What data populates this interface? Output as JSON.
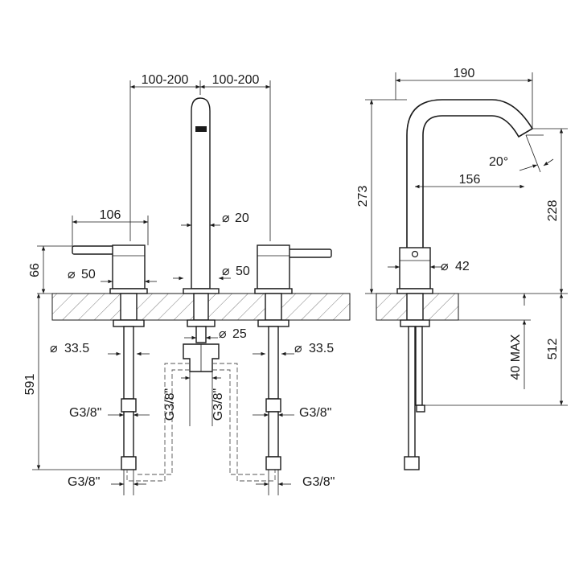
{
  "dimensions": {
    "front_spacing_left": "100-200",
    "front_spacing_right": "100-200",
    "handle_reach": "106",
    "spout_diameter": "20",
    "handle_height": "66",
    "body_left_diameter": "50",
    "body_center_diameter": "50",
    "spout_tail_diameter": "25",
    "tail_left_diameter": "33.5",
    "tail_right_diameter": "33.5",
    "overall_below_deck": "591",
    "thread_left_upper": "G3/8\"",
    "thread_left_lower": "G3/8\"",
    "thread_center_left": "G3/8\"",
    "thread_center_right": "G3/8\"",
    "thread_right_upper": "G3/8\"",
    "thread_right_lower": "G3/8\"",
    "side_spout_reach": "190",
    "side_spout_angle": "20°",
    "side_spout_inner": "156",
    "side_total_height": "273",
    "side_spout_height": "228",
    "side_body_diameter": "42",
    "side_deck_max": "40 MAX",
    "side_below_deck": "512"
  }
}
